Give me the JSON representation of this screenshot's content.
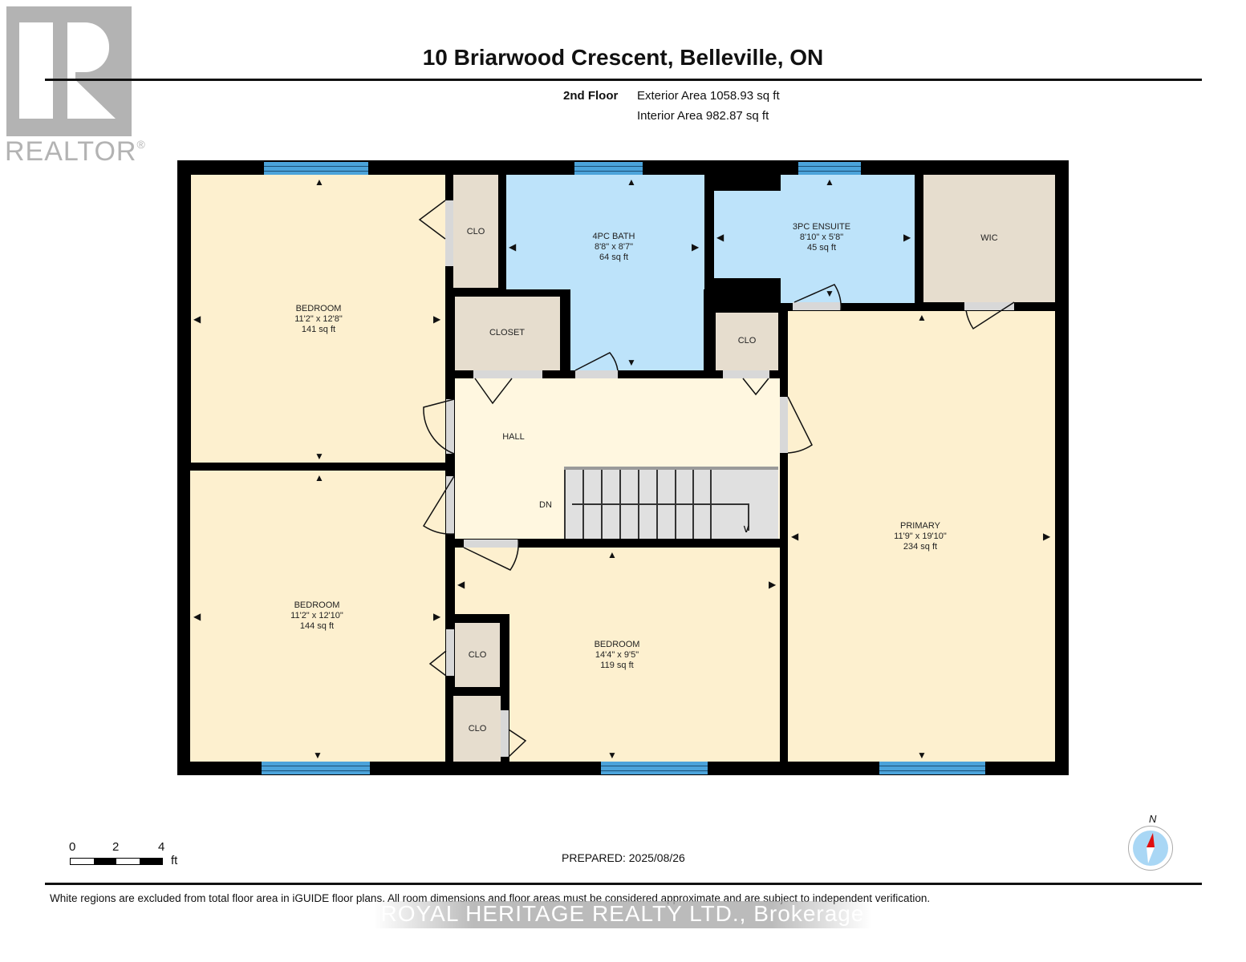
{
  "header": {
    "logo_text": "REALTOR",
    "logo_mark": "®",
    "title": "10 Briarwood Crescent, Belleville, ON",
    "floor_label": "2nd Floor",
    "exterior_area": "Exterior Area 1058.93 sq ft",
    "interior_area": "Interior Area 982.87 sq ft"
  },
  "rooms": {
    "bedroom_nw": {
      "name": "BEDROOM",
      "dims": "11'2\" x 12'8\"",
      "area": "141 sq ft"
    },
    "bedroom_sw": {
      "name": "BEDROOM",
      "dims": "11'2\" x 12'10\"",
      "area": "144 sq ft"
    },
    "bath_4pc": {
      "name": "4PC BATH",
      "dims": "8'8\" x 8'7\"",
      "area": "64 sq ft"
    },
    "ensuite_3pc": {
      "name": "3PC ENSUITE",
      "dims": "8'10\" x 5'8\"",
      "area": "45 sq ft"
    },
    "wic": {
      "name": "WIC"
    },
    "closet": {
      "name": "CLOSET"
    },
    "clo_top": {
      "name": "CLO"
    },
    "clo_mid": {
      "name": "CLO"
    },
    "clo_sw1": {
      "name": "CLO"
    },
    "clo_sw2": {
      "name": "CLO"
    },
    "hall": {
      "name": "HALL"
    },
    "stairs": {
      "name": "DN"
    },
    "bedroom_s": {
      "name": "BEDROOM",
      "dims": "14'4\" x 9'5\"",
      "area": "119 sq ft"
    },
    "primary": {
      "name": "PRIMARY",
      "dims": "11'9\" x 19'10\"",
      "area": "234 sq ft"
    }
  },
  "footer": {
    "scale": {
      "ticks": [
        "0",
        "2",
        "4"
      ],
      "unit": "ft"
    },
    "prepared": "PREPARED: 2025/08/26",
    "compass_label": "N",
    "disclaimer": "White regions are excluded from total floor area in iGUIDE floor plans. All room dimensions and floor areas must be considered approximate and are subject to independent verification.",
    "brokerage": "ROYAL HERITAGE REALTY LTD., Brokerage"
  },
  "colors": {
    "bedroom_fill": "#fdf0cf",
    "bath_fill": "#bde3fa",
    "closet_fill": "#e6ddce",
    "window": "#4ba3da",
    "wall": "#000000"
  }
}
